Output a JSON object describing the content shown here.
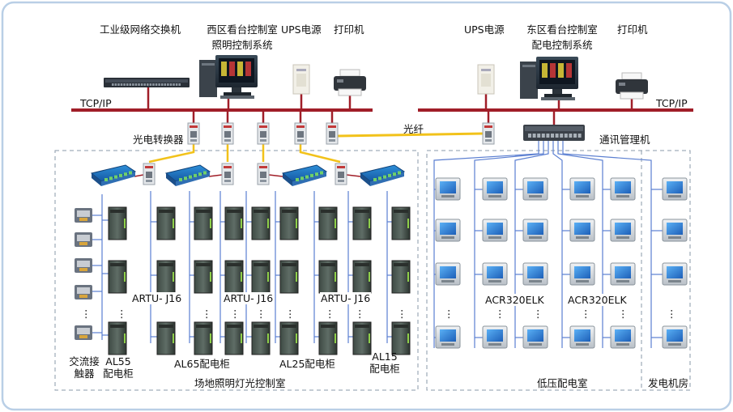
{
  "top_devices": {
    "switch": "工业级网络交换机",
    "west_room_line1": "西区看台控制室",
    "west_room_line2": "照明控制系统",
    "ups_west": "UPS电源",
    "printer_west": "打印机",
    "ups_east": "UPS电源",
    "east_room_line1": "东区看台控制室",
    "east_room_line2": "配电控制系统",
    "printer_east": "打印机"
  },
  "network": {
    "tcpip_left": "TCP/IP",
    "tcpip_right": "TCP/IP",
    "converter": "光电转换器",
    "fiber": "光纤",
    "comm_manager": "通讯管理机"
  },
  "field": {
    "artu_labels": [
      "ARTU- J16",
      "ARTU- J16",
      "ARTU- J16"
    ],
    "contactor_line1": "交流接",
    "contactor_line2": "触器",
    "al55_line1": "AL55",
    "al55_line2": "配电柜",
    "al65": "AL65配电柜",
    "al25": "AL25配电柜",
    "al15_line1": "AL15",
    "al15_line2": "配电柜",
    "ellipsis": "⋮",
    "room": "场地照明灯光控制室"
  },
  "low_voltage": {
    "acr_labels": [
      "ACR320ELK",
      "ACR320ELK"
    ],
    "room": "低压配电室",
    "generator_room": "发电机房"
  },
  "colors": {
    "bus": "#a01e28",
    "fiber": "#f2c21a",
    "link": "#5b7fd1",
    "dashed": "#8a9aa8",
    "frame": "#b9cfe6"
  }
}
